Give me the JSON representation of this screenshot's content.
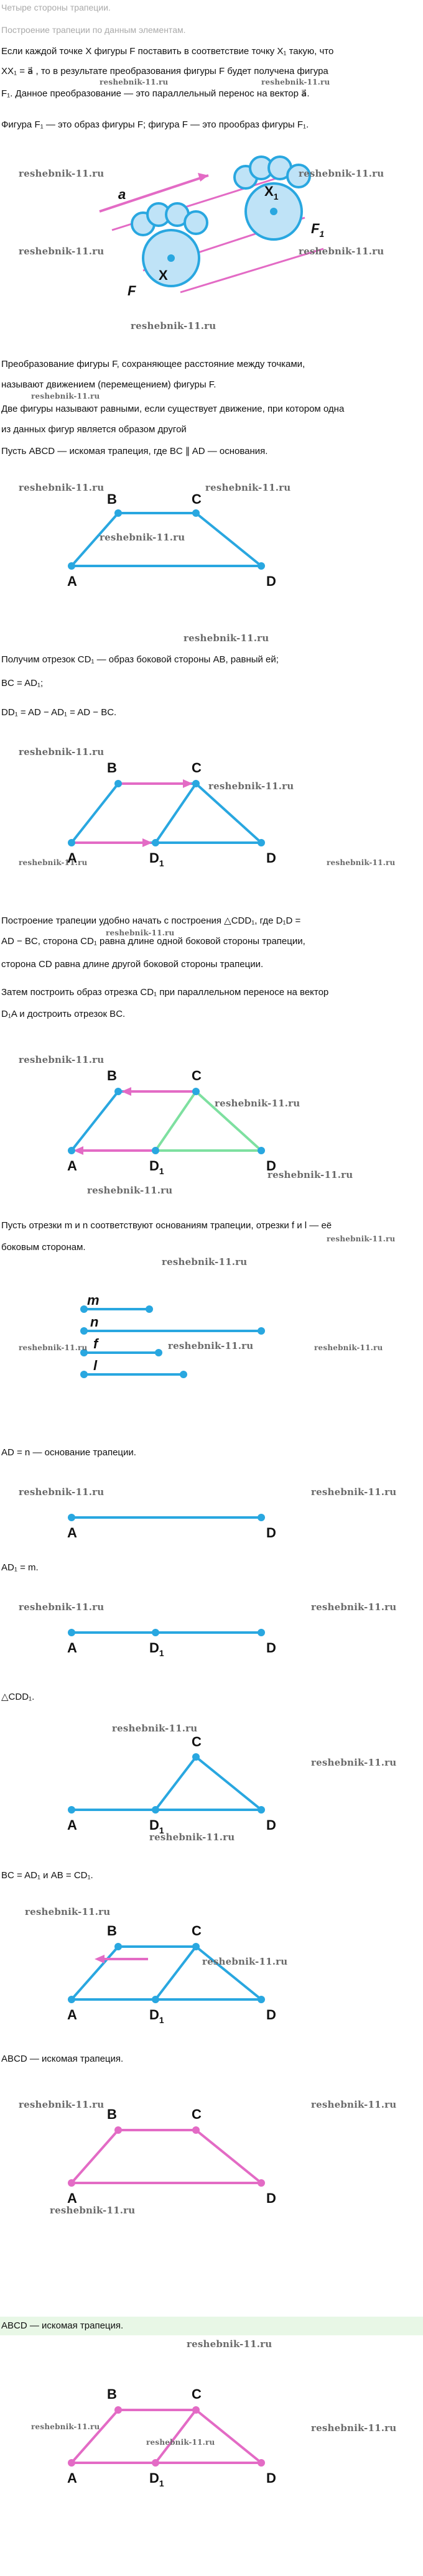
{
  "header": {
    "line1": "Четыре стороны трапеции.",
    "line2": "Построение трапеции по данным элементам."
  },
  "paragraphs": {
    "p1_a": "Если каждой точке X фигуры F поставить в соответствие точку X₁ такую, что",
    "p1_b": "XX₁ = a⃗ , то в результате преобразования фигуры F будет получена фигура",
    "p1_c": "F₁. Данное преобразование — это параллельный перенос на вектор a⃗.",
    "p2": "Фигура F₁ — это образ фигуры F; фигура F — это прообраз фигуры F₁.",
    "p3_a": "Преобразование фигуры F, сохраняющее расстояние между точками,",
    "p3_b": "называют движением (перемещением) фигуры F.",
    "p3_c": "Две фигуры называют равными, если существует движение, при котором одна",
    "p3_d": "из данных фигур является образом другой",
    "p4": "Пусть ABCD — искомая трапеция, где BC ∥ AD — основания.",
    "p5_a": "Получим отрезок CD₁ — образ боковой стороны AB, равный ей;",
    "p5_b": "BC = AD₁;",
    "p5_c": "DD₁ = AD − AD₁ = AD − BC.",
    "p6_a": "Построение трапеции удобно начать с построения △CDD₁, где D₁D =",
    "p6_b": "AD − BC, сторона CD₁ равна длине одной боковой стороны трапеции,",
    "p6_c": "сторона CD равна длине другой боковой стороны трапеции.",
    "p7_a": "Затем построить образ отрезка CD₁ при параллельном переносе на вектор",
    "p7_b": "D₁A и достроить отрезок BC.",
    "p8_a": "Пусть отрезки m и n соответствуют основаниям трапеции, отрезки f и l — её",
    "p8_b": "боковым сторонам.",
    "p9": "AD = n — основание трапеции.",
    "p10": "AD₁ = m.",
    "p11": "△CDD₁.",
    "p12": "BC = AD₁ и AB = CD₁.",
    "p13": "ABCD — искомая трапеция.",
    "p14": "ABCD — искомая трапеция."
  },
  "watermark": "reshebnik-11.ru",
  "labels": {
    "A": "A",
    "B": "B",
    "C": "C",
    "D": "D",
    "D1": "D",
    "sub1": "1",
    "X": "X",
    "X1": "X",
    "F": "F",
    "F1": "F",
    "a": "a",
    "m": "m",
    "n": "n",
    "f": "f",
    "l": "l"
  },
  "colors": {
    "blue": "#29a7e0",
    "pink": "#e36bc5",
    "green": "#7ee0a0",
    "highlight": "#e8f7e6",
    "watermark": "#6a6a6a"
  }
}
